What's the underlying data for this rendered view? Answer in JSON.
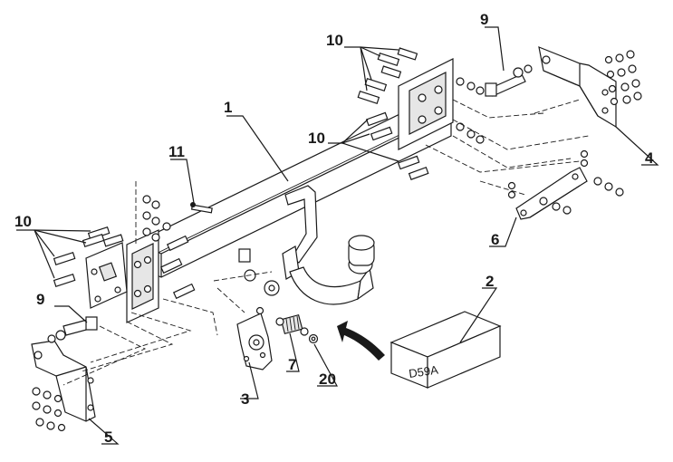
{
  "labels": {
    "beam": "1",
    "box": "2",
    "plate": "3",
    "bracket_right": "4",
    "bracket_left": "5",
    "strap": "6",
    "spring": "7",
    "bolts_top": "10",
    "bolts_mid": "10",
    "bolts_left": "10",
    "bolt_right": "9",
    "bolt_left": "9",
    "screw": "11",
    "nut": "20"
  },
  "box_code": "D59A"
}
